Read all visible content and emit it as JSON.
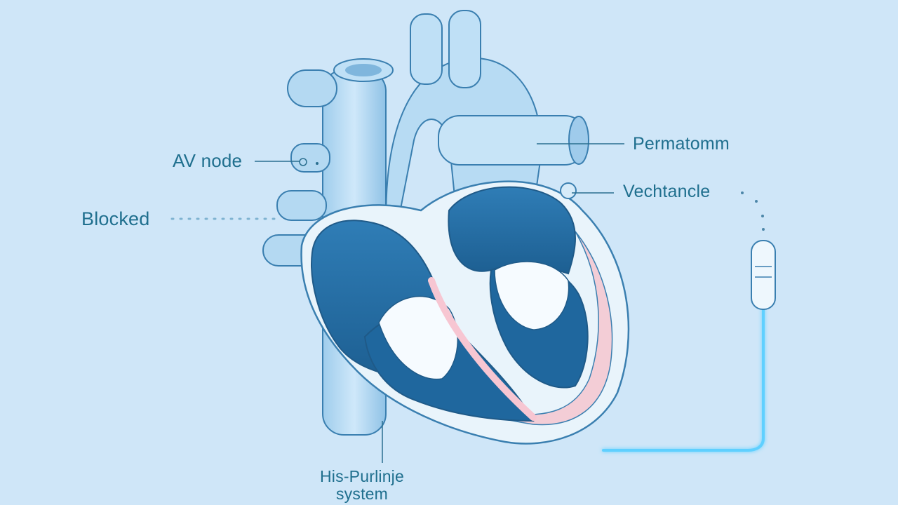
{
  "labels": {
    "av_node": "AV node",
    "blocked": "Blocked",
    "permanent": "Permatomm",
    "ventricle": "Vechtancle",
    "his_purkinje_line1": "His-Purlinje",
    "his_purkinje_line2": "system"
  },
  "colors": {
    "background": "#cfe6f8",
    "vessel": "#a9d3ef",
    "vessel_dark": "#3a7fb0",
    "chamber": "#2f79b0",
    "muscle_pink": "#f3cdd6",
    "label_text": "#1f6f8e",
    "pacemaker_glow": "#5fd0ff"
  },
  "icons": {
    "pacemaker": "pacemaker-device-icon"
  }
}
